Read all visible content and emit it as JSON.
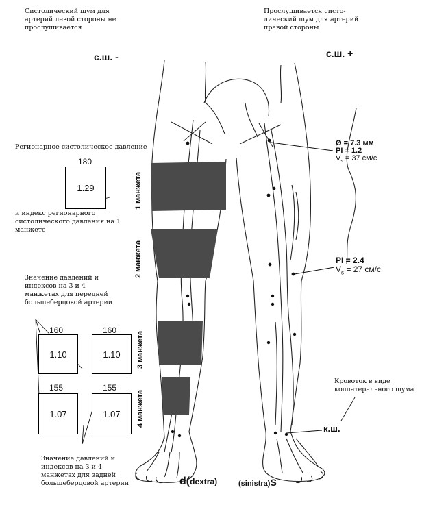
{
  "murmur_left": {
    "note": "Систолический шум для артерий левой стороны не прослушивается",
    "label": "с.ш. -"
  },
  "murmur_right": {
    "note": "Прослушивается систо-лический шум для артерий правой стороны",
    "label": "с.ш. +"
  },
  "regional": {
    "title": "Регионарное систолическое давление",
    "pressure": "180",
    "index": "1.29",
    "index_note": "и индекс регионарного систолического давления на 1 манжете"
  },
  "anterior": {
    "note": "Значение давлений и индексов на 3 и 4 манжетах для передней большеберцовой артерии"
  },
  "cuff_boxes": [
    {
      "pressure": "160",
      "index": "1.10"
    },
    {
      "pressure": "160",
      "index": "1.10"
    },
    {
      "pressure": "155",
      "index": "1.07"
    },
    {
      "pressure": "155",
      "index": "1.07"
    }
  ],
  "posterior": {
    "note": "Значение давлений и индексов на 3 и 4 манжетах для задней большеберцовой артерии"
  },
  "cuffs": [
    "1 манжета",
    "2 манжета",
    "3 манжета",
    "4 манжета"
  ],
  "upper_measure": {
    "diameter": "Ø = 7.3 мм",
    "pi": "PI = 1.2",
    "vs_prefix": "V",
    "vs_sub": "s",
    "vs_value": " = 37 см/с"
  },
  "lower_measure": {
    "pi": "PI = 2.4",
    "vs_prefix": "V",
    "vs_sub": "s",
    "vs_value": " = 27 см/с"
  },
  "collateral": {
    "note": "Кровоток в виде коллатерального шума",
    "label": "к.ш."
  },
  "sides": {
    "right_prefix": "d(",
    "right_word": "dextra)",
    "left_word": "(sinistra)",
    "left_suffix": "S"
  }
}
